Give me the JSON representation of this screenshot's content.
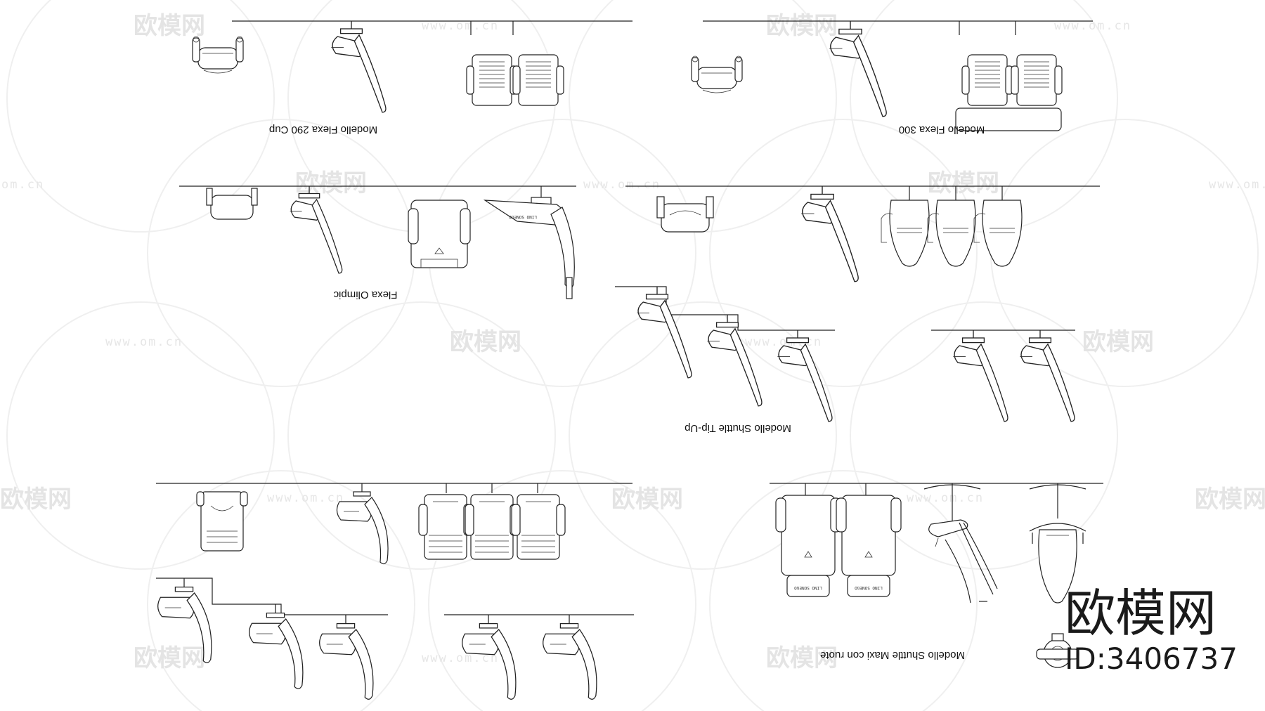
{
  "drawing": {
    "labels": {
      "flexa_290_cup": "Modello Flexa 290 Cup",
      "flexa_300": "Modello Flexa 300",
      "flexa_olimpic": "Flexa Olimpic",
      "shuttle_tip_up": "Modello Shuttle Tip-Up",
      "shuttle_maxi": "Modello Shuttle Maxi con ruote"
    },
    "small_marks": {
      "lino_sonego": "LINO SONEGO"
    }
  },
  "watermark": {
    "text": "欧模网",
    "url": "www.om.cn",
    "url_partial": "om.cn"
  },
  "brand": {
    "logo_text": "欧模网",
    "id_text": "ID:3406737"
  }
}
